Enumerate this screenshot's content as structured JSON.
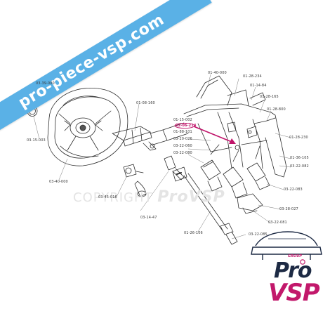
{
  "watermark": {
    "ribbon_text": "pro-piece-vsp.com",
    "copyright_text": "COPYRIGHT",
    "copyright_brand": "Pro",
    "copyright_tail": "VSP"
  },
  "logo": {
    "group_text": "GROUP",
    "pro_text": "Pro",
    "vsp_text": "VSP",
    "colors": {
      "dark": "#1d2a44",
      "accent": "#c2186b"
    }
  },
  "ribbon_color": "#5ab1e6",
  "highlight_color": "#c0146a",
  "part_labels": {
    "p01": "03-39-000",
    "p02": "03-15-003",
    "p03": "03-40-000",
    "p04": "01-40-000",
    "p05": "01-28-234",
    "p06": "01-14-84",
    "p07": "01-28-165",
    "p08": "01-28-800",
    "p09": "01-08-160",
    "p10": "01-15-002",
    "p11": "02-06-214",
    "p12": "01-88-101",
    "p13": "03-20-026",
    "p14": "03-22-060",
    "p15": "03-22-080",
    "p16": "01-28-230",
    "p17": "01-36-105",
    "p18": "03-22-082",
    "p19": "03-45-016",
    "p20": "03-22-083",
    "p21": "03-28-027",
    "p22": "03-14-47",
    "p23": "03-22-081",
    "p24": "03-22-085",
    "p25": "01-26-106"
  }
}
